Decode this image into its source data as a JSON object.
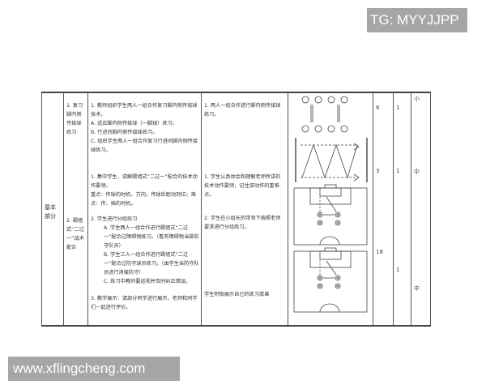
{
  "watermarks": {
    "top": "TG: MYYJJPP",
    "bottom": "www.xflingcheng.com"
  },
  "table": {
    "section_label": "基本部分",
    "rows": [
      {
        "content": "1. 复习脚内侧传接球练习",
        "teacher": [
          "1. 教师组织学生两人一组合作复习脚内侧传接球技术。",
          "A. 适应脚内侧传接球（一脚球）练习。",
          "B. 行进间脚内侧传接球练习。",
          "C. 组织学生两人一组合作复习行进间脚内侧传接球练习。"
        ],
        "student": "1. 两人一组合作进行脚内侧传接球练习。",
        "time": "6",
        "count": "1",
        "intensity": "小"
      },
      {
        "content": "2. 踢墙式“二过一”战术配合",
        "teacher": [
          "1. 集中学生，讲解踢墙式“二过一”配合的技术动作要领。",
          "重点：传球的时机、方向，传球后跑动到位；难点：传、插的时机。",
          "2. 学生进行分组练习",
          "A. 学生两人一组合作进行踢墙式“二过一”配合过障碍物练习。（看有障碍物当做防守队员）",
          "B. 学生三人一组合作进行踢墙式“二过一”配合过防守球员练习。（由学生当防守队员进行消极防守）",
          "C. 练习中教师要巡视并及时纠正错误。",
          "3. 教学展示：请部分同学进行展示，老师和同学们一起进行评价。"
        ],
        "student": [
          "1. 学生认真体会和理解老师所讲的技术动作要领，记住该动作的重难点。",
          "2. 学生在小组长的带领下按照老师要求进行分组练习。",
          "学生积极展示自己的练习成果"
        ],
        "time_a": "3",
        "count_a": "1",
        "intensity_a": "中",
        "time_b": "18",
        "count_b": "1",
        "intensity_b": "中"
      }
    ]
  }
}
